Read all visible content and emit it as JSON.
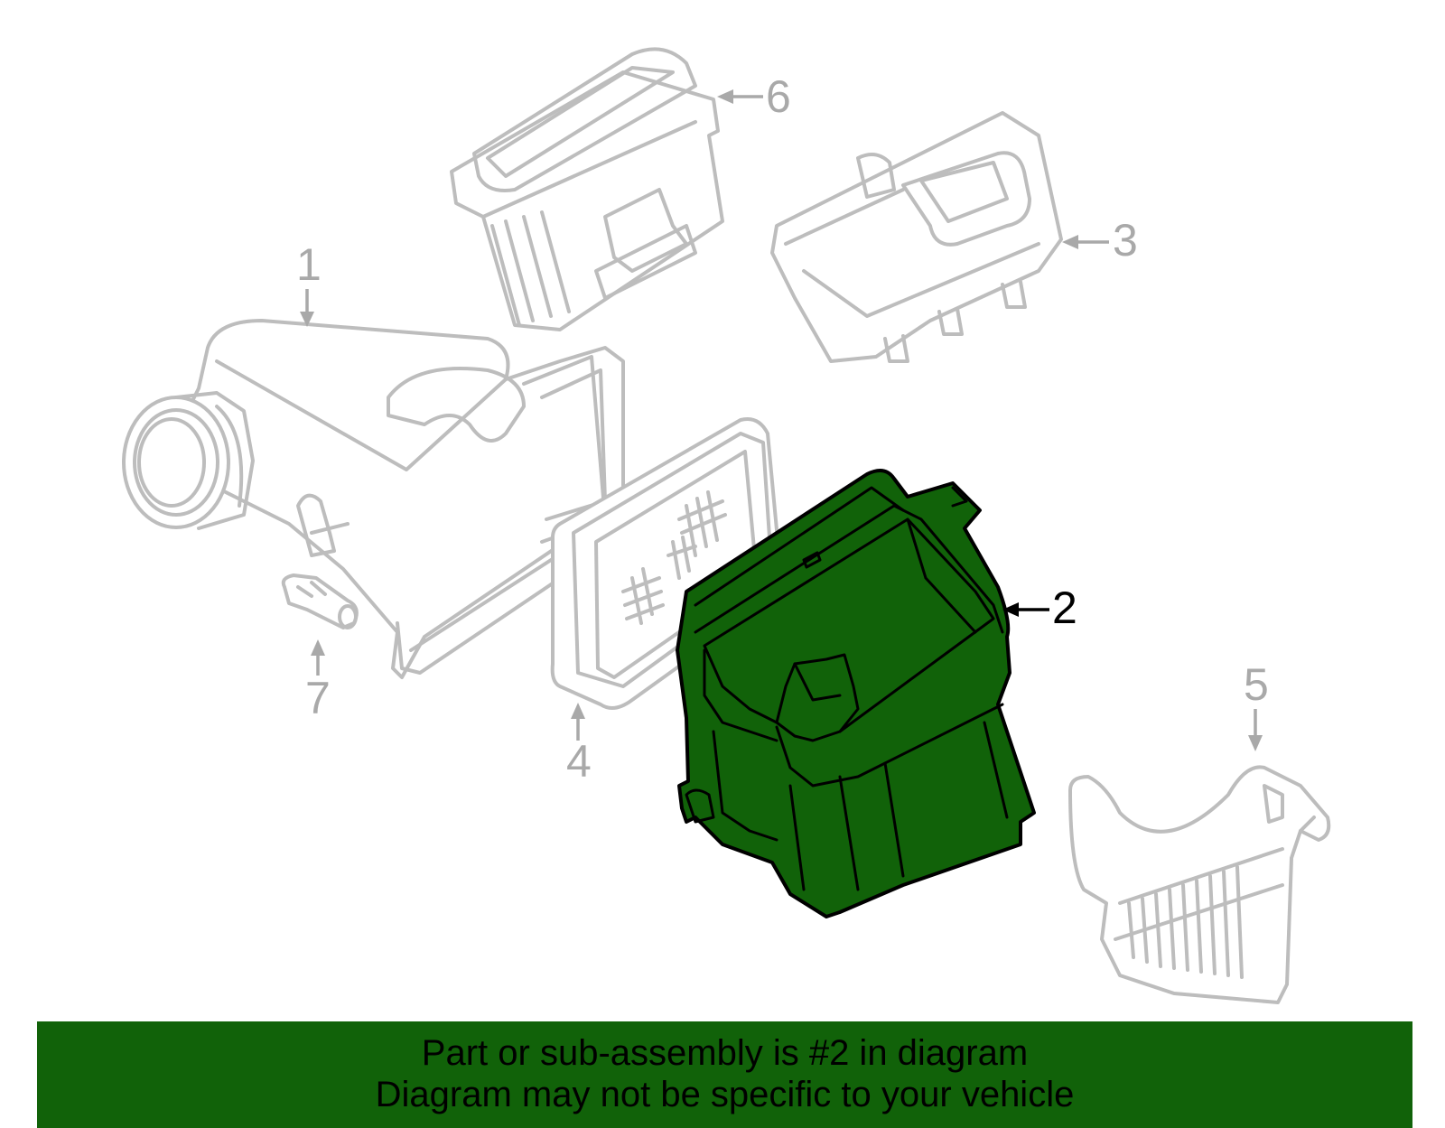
{
  "diagram": {
    "highlight_color": "#116209",
    "outline_color": "#bdbdbd",
    "highlighted_part": "2",
    "callouts": [
      {
        "label": "1"
      },
      {
        "label": "2"
      },
      {
        "label": "3"
      },
      {
        "label": "4"
      },
      {
        "label": "5"
      },
      {
        "label": "6"
      },
      {
        "label": "7"
      }
    ]
  },
  "banner": {
    "line1": "Part or sub-assembly is #2 in diagram",
    "line2": "Diagram may not be specific to your vehicle",
    "background": "#116209"
  }
}
